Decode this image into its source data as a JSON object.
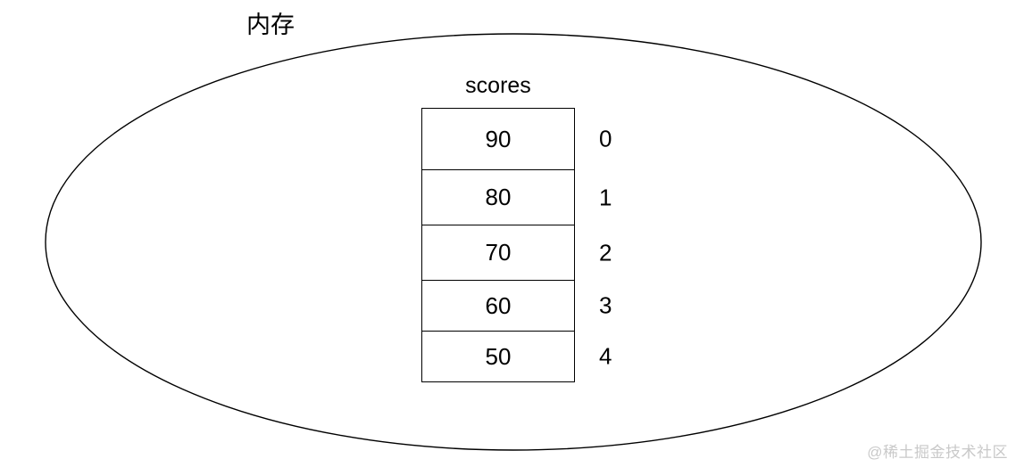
{
  "diagram": {
    "type": "memory-array-diagram",
    "memory_label": "内存",
    "array_name": "scores",
    "colors": {
      "stroke": "#000000",
      "text": "#000000",
      "background": "#ffffff",
      "watermark": "#c9c9c9"
    },
    "container": {
      "shape": "ellipse",
      "name": "memory-ellipse"
    },
    "cells": [
      {
        "value": "90",
        "index": "0"
      },
      {
        "value": "80",
        "index": "1"
      },
      {
        "value": "70",
        "index": "2"
      },
      {
        "value": "60",
        "index": "3"
      },
      {
        "value": "50",
        "index": "4"
      }
    ]
  },
  "watermark": {
    "text": "@稀土掘金技术社区"
  }
}
